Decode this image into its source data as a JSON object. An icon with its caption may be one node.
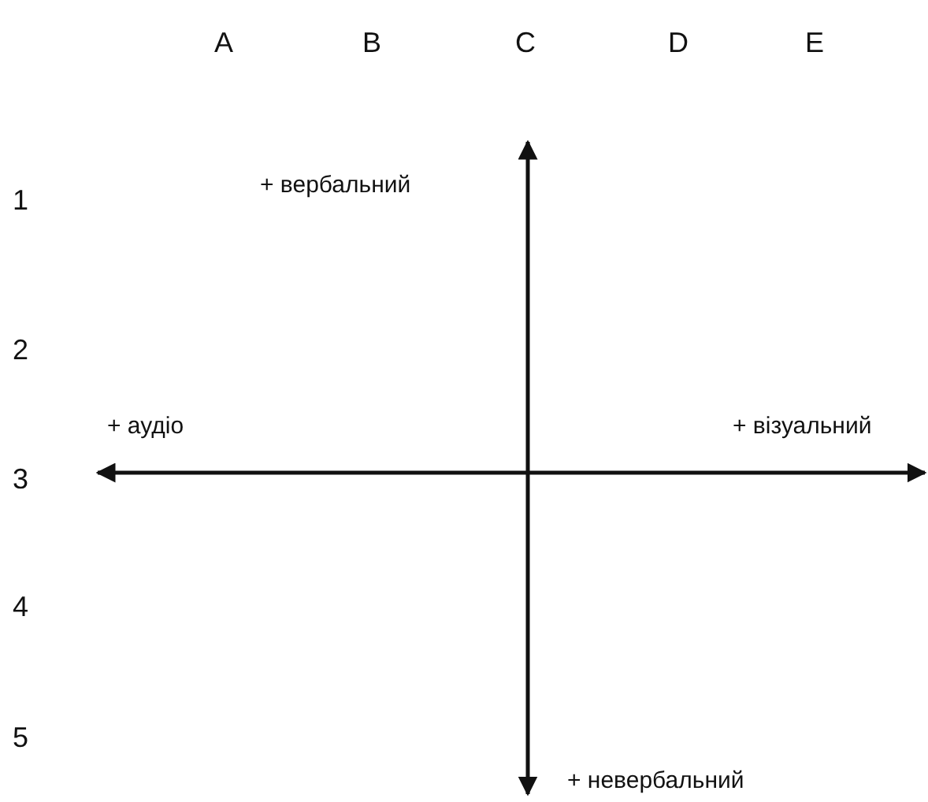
{
  "diagram": {
    "labels": [
      "A",
      "B",
      "C",
      "D",
      "E",
      "1",
      "+ вербальний",
      "2",
      "+ аудіо",
      "+ візуальний",
      "3",
      "4",
      "5",
      "+ невербальний"
    ]
  }
}
